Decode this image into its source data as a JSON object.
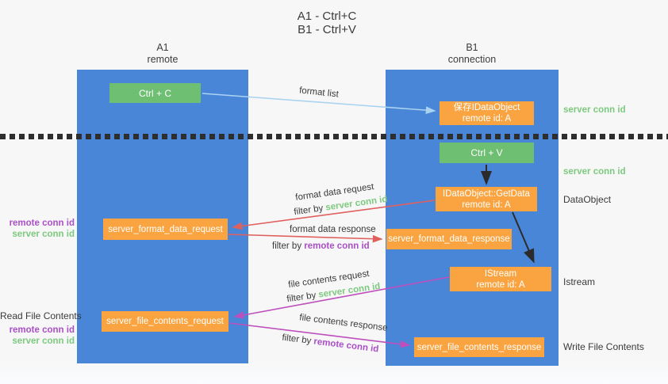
{
  "title": {
    "line1": "A1 - Ctrl+C",
    "line2": "B1 - Ctrl+V"
  },
  "columns": [
    {
      "name": "A1",
      "role": "remote"
    },
    {
      "name": "B1",
      "role": "connection"
    }
  ],
  "nodes": {
    "ctrl_c": "Ctrl + C",
    "ctrl_v": "Ctrl + V",
    "save_dataobject": {
      "line1": "保存IDataObject",
      "line2": "remote id: A"
    },
    "getdata": {
      "line1": "IDataObject::GetData",
      "line2": "remote id: A"
    },
    "istream": {
      "line1": "IStream",
      "line2": "remote id: A"
    },
    "format_request": "server_format_data_request",
    "format_response": "server_format_data_response",
    "file_request": "server_file_contents_request",
    "file_response": "server_file_contents_response"
  },
  "flow": {
    "format_list": "format list",
    "format_data_request": "format data request",
    "format_data_response": "format data response",
    "file_contents_request": "file contents request",
    "file_contents_response": "file contents response",
    "filter_by": "filter by ",
    "server_conn_id": "server conn id",
    "remote_conn_id": "remote conn id"
  },
  "side": {
    "left": {
      "remote_conn_id": "remote conn id",
      "server_conn_id": "server conn id",
      "read_file_contents": "Read File Contents"
    },
    "right": {
      "server_conn_id": "server conn id",
      "dataobject": "DataObject",
      "istream": "Istream",
      "write_file_contents": "Write File Contents"
    }
  },
  "colors": {
    "lifeline_blue": "#4a86d8",
    "green_box": "#6ebf72",
    "orange_box": "#f9a440",
    "arrow_light_blue": "#aad3f0",
    "arrow_red": "#e0605e",
    "arrow_magenta": "#bd4fbd",
    "arrow_black": "#2b2b2b",
    "label_green": "#7dc97f",
    "label_purple": "#ab4fc8",
    "text_dark": "#3a3a3a",
    "background": "#f7f7f7"
  }
}
